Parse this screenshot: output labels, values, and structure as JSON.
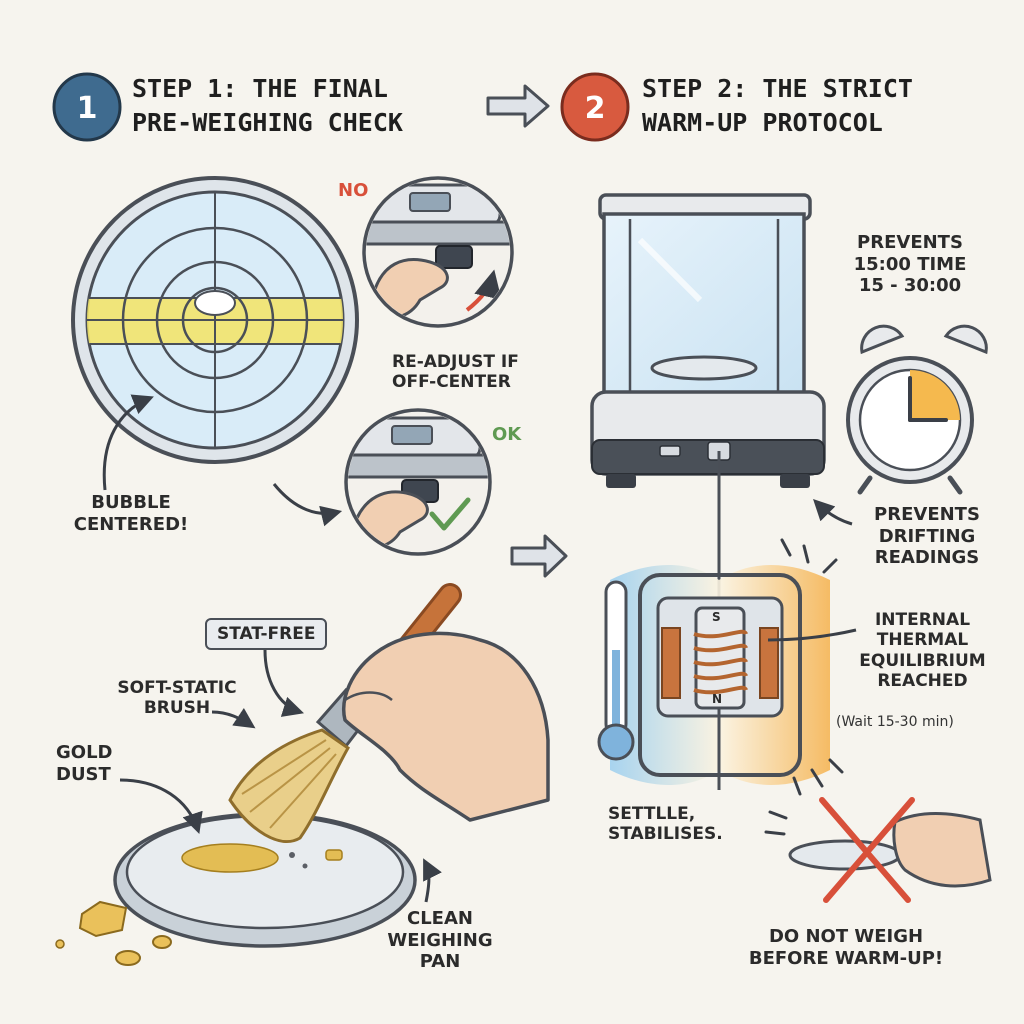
{
  "colors": {
    "step1_badge": "#3f6b8f",
    "step2_badge": "#d85a3f",
    "ink": "#4a4f57",
    "bubble_band": "#f2e46b",
    "copper": "#c8743e",
    "warm": "#f2b24a",
    "cool": "#8ec5ea",
    "no_red": "#d8503a",
    "ok_green": "#5f9a52"
  },
  "steps": [
    {
      "number": "1",
      "title_line1": "STEP 1: THE FINAL",
      "title_line2": "PRE-WEIGHING CHECK"
    },
    {
      "number": "2",
      "title_line1": "STEP 2: THE STRICT",
      "title_line2": "WARM-UP PROTOCOL"
    }
  ],
  "labels": {
    "no": "NO",
    "ok": "OK",
    "readjust_line1": "RE-ADJUST IF",
    "readjust_line2": "OFF-CENTER",
    "bubble_line1": "BUBBLE",
    "bubble_line2": "CENTERED!",
    "stat_free": "STAT-FREE",
    "brush_line1": "SOFT-STATIC",
    "brush_line2": "BRUSH",
    "dust_line1": "GOLD",
    "dust_line2": "DUST",
    "pan_line1": "CLEAN",
    "pan_line2": "WEIGHING",
    "pan_line3": "PAN",
    "time_line1": "PREVENTS",
    "time_line2": "15:00 TIME",
    "time_line3": "15 - 30:00",
    "drift_line1": "PREVENTS",
    "drift_line2": "DRIFTING",
    "drift_line3": "READINGS",
    "equil_line1": "INTERNAL",
    "equil_line2": "THERMAL",
    "equil_line3": "EQUILIBRIUM",
    "equil_line4": "REACHED",
    "wait": "(Wait 15-30 min)",
    "settle_line1": "SETTLLE,",
    "settle_line2": "STABILISES.",
    "warn_line1": "DO NOT WEIGH",
    "warn_line2": "BEFORE WARM-UP!",
    "magnet_s": "S",
    "magnet_n": "N"
  },
  "icons": {
    "level": "bubble-level-icon",
    "foot": "leveling-foot-icon",
    "brush": "brush-icon",
    "pan": "weighing-pan-icon",
    "balance": "analytical-balance-icon",
    "clock": "alarm-clock-icon",
    "thermometer": "thermometer-icon",
    "coil": "magnet-coil-icon",
    "check": "check-icon",
    "cross": "cross-icon",
    "arrow": "arrow-icon"
  }
}
